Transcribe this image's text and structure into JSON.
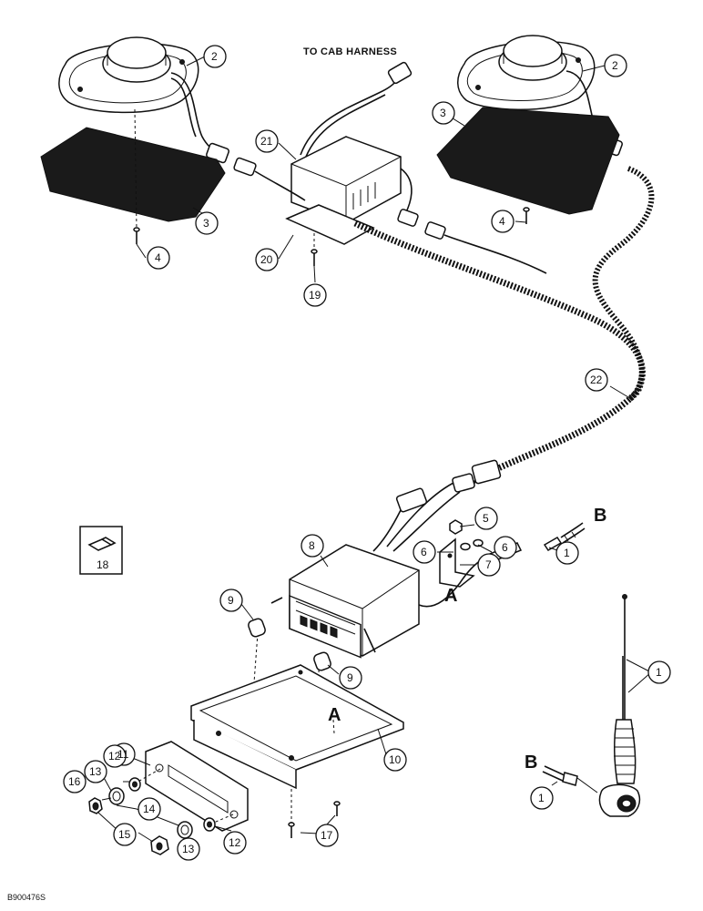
{
  "header": {
    "title": "TO CAB HARNESS"
  },
  "callouts": [
    "1",
    "2",
    "3",
    "4",
    "5",
    "6",
    "7",
    "8",
    "9",
    "10",
    "11",
    "12",
    "13",
    "14",
    "15",
    "16",
    "17",
    "18",
    "19",
    "20",
    "21",
    "22"
  ],
  "reference_letters": {
    "a": "A",
    "b": "B"
  },
  "figure_code": "B900476S",
  "parts": {
    "p1": "1",
    "p2": "2",
    "p3": "3",
    "p4": "4",
    "p5": "5",
    "p6": "6",
    "p7": "7",
    "p8": "8",
    "p9": "9",
    "p10": "10",
    "p11": "11",
    "p12": "12",
    "p13": "13",
    "p14": "14",
    "p15": "15",
    "p16": "16",
    "p17": "17",
    "p18": "18",
    "p19": "19",
    "p20": "20",
    "p21": "21",
    "p22": "22"
  }
}
